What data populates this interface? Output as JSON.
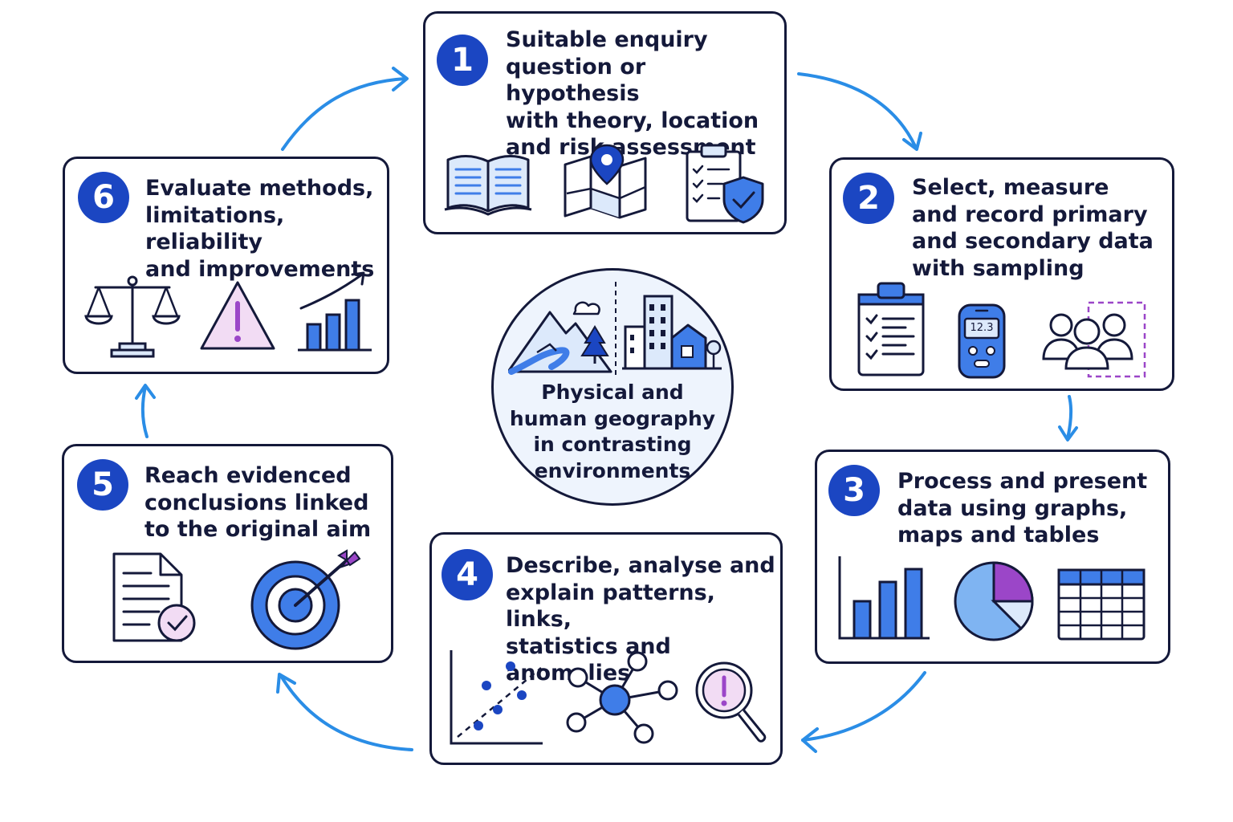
{
  "colors": {
    "accent_blue": "#1b46c2",
    "arrow_blue": "#2a8de6",
    "icon_blue": "#3f7de8",
    "light_blue": "#dce9fb",
    "purple": "#9b46c8",
    "light_purple": "#f2dcf4",
    "outline": "#14193a"
  },
  "hub": {
    "text": "Physical and\nhuman geography\nin contrasting\nenvironments",
    "icons": [
      "mountain-river-icon",
      "city-buildings-icon"
    ]
  },
  "steps": [
    {
      "number": "1",
      "text": "Suitable enquiry\nquestion or hypothesis\nwith theory, location\nand risk assessment",
      "icons": [
        "open-book-icon",
        "map-pin-icon",
        "checklist-shield-icon"
      ]
    },
    {
      "number": "2",
      "text": "Select, measure\nand record primary\nand secondary data\nwith sampling",
      "icons": [
        "clipboard-checklist-icon",
        "handheld-meter-icon",
        "people-sample-icon"
      ],
      "meter_reading": "12.3"
    },
    {
      "number": "3",
      "text": "Process and present\ndata using graphs,\nmaps and tables",
      "icons": [
        "bar-chart-icon",
        "pie-chart-icon",
        "table-icon"
      ]
    },
    {
      "number": "4",
      "text": "Describe, analyse and\nexplain patterns, links,\nstatistics and anomalies",
      "icons": [
        "scatter-plot-icon",
        "network-icon",
        "magnifier-anomaly-icon"
      ]
    },
    {
      "number": "5",
      "text": "Reach evidenced\nconclusions linked\nto the original aim",
      "icons": [
        "report-check-icon",
        "target-icon"
      ]
    },
    {
      "number": "6",
      "text": "Evaluate methods,\nlimitations, reliability\nand improvements",
      "icons": [
        "balance-scale-icon",
        "warning-icon",
        "growth-chart-icon"
      ]
    }
  ]
}
